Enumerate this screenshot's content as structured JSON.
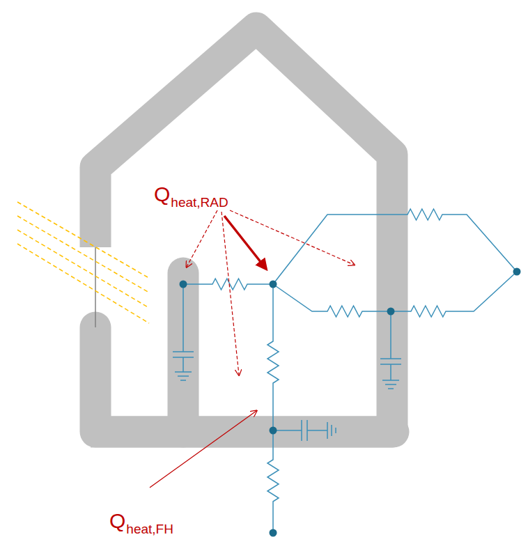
{
  "diagram": {
    "labels": [
      "Q",
      "heat,RAD",
      "Q",
      "heat,FH"
    ]
  }
}
